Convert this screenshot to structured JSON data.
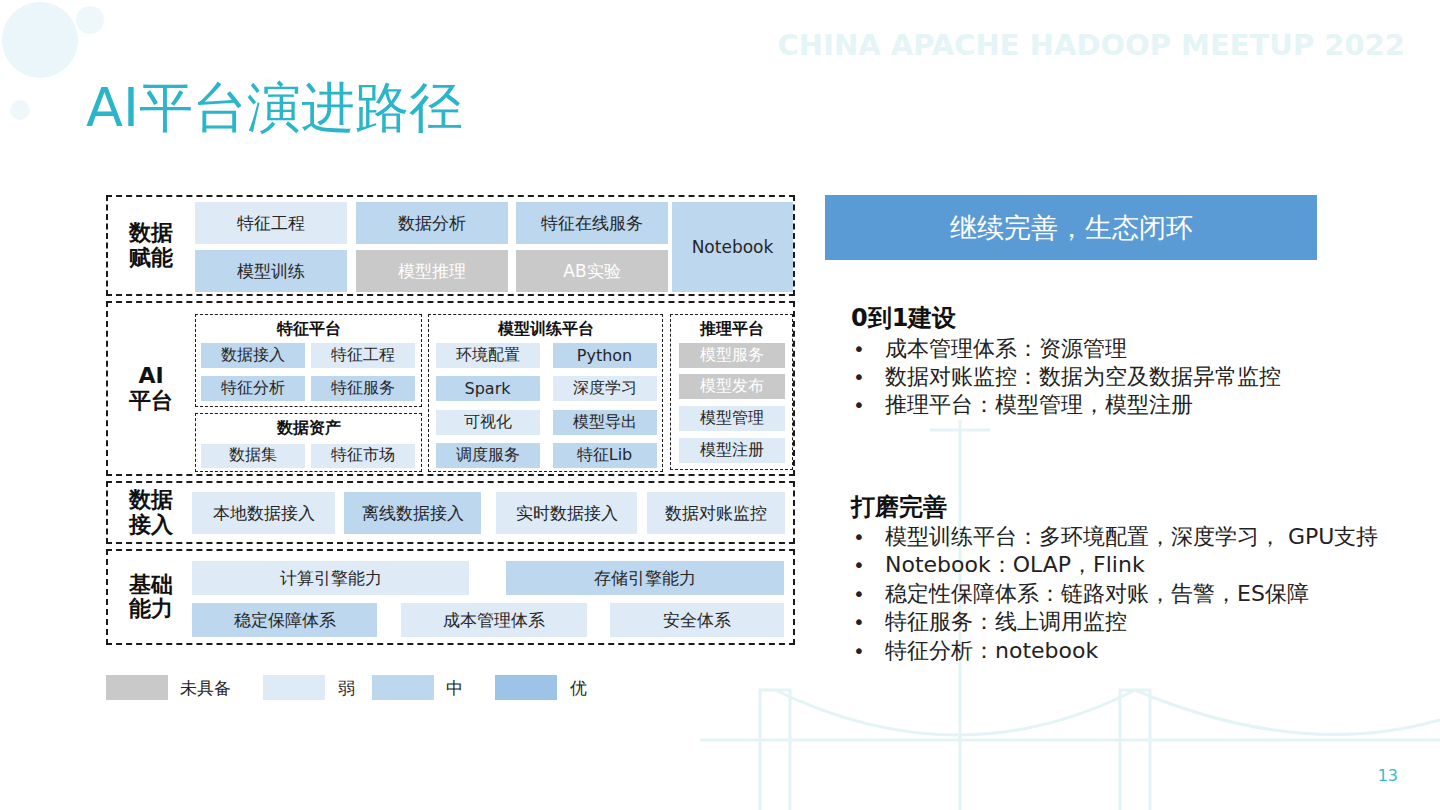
{
  "diagram": {
    "title": "AI平台演进路径",
    "nodes": [
      {
        "text": [
          "数据赋能"
        ]
      },
      {
        "text": [
          "特征工程"
        ],
        "in": 0
      },
      {
        "text": [
          "数据分析"
        ],
        "in": 0
      },
      {
        "text": [
          "特征在线服务"
        ],
        "in": 0
      },
      {
        "text": [
          "Notebook"
        ],
        "in": 0
      },
      {
        "text": [
          "模型训练"
        ],
        "in": 0
      },
      {
        "text": [
          "模型推理"
        ],
        "in": 0
      },
      {
        "text": [
          "AB实验"
        ],
        "in": 0
      },
      {
        "text": [
          "AI平台"
        ]
      },
      {
        "text": [
          "特征平台"
        ],
        "in": 8
      },
      {
        "text": [
          "数据接入"
        ],
        "in": 9
      },
      {
        "text": [
          "特征工程"
        ],
        "in": 9
      },
      {
        "text": [
          "特征分析"
        ],
        "in": 9
      },
      {
        "text": [
          "特征服务"
        ],
        "in": 9
      },
      {
        "text": [
          "数据资产"
        ],
        "in": 8
      },
      {
        "text": [
          "数据集"
        ],
        "in": 14
      },
      {
        "text": [
          "特征市场"
        ],
        "in": 14
      },
      {
        "text": [
          "模型训练平台"
        ],
        "in": 8
      },
      {
        "text": [
          "环境配置"
        ],
        "in": 17
      },
      {
        "text": [
          "Python"
        ],
        "in": 17
      },
      {
        "text": [
          "Spark"
        ],
        "in": 17
      },
      {
        "text": [
          "深度学习"
        ],
        "in": 17
      },
      {
        "text": [
          "可视化"
        ],
        "in": 17
      },
      {
        "text": [
          "模型导出"
        ],
        "in": 17
      },
      {
        "text": [
          "调度服务"
        ],
        "in": 17
      },
      {
        "text": [
          "特征Lib"
        ],
        "in": 17
      },
      {
        "text": [
          "推理平台"
        ],
        "in": 8
      },
      {
        "text": [
          "模型服务"
        ],
        "in": 26
      },
      {
        "text": [
          "模型发布"
        ],
        "in": 26
      },
      {
        "text": [
          "模型管理"
        ],
        "in": 26
      },
      {
        "text": [
          "模型注册"
        ],
        "in": 26
      },
      {
        "text": [
          "数据接入"
        ]
      },
      {
        "text": [
          "本地数据接入"
        ],
        "in": 31
      },
      {
        "text": [
          "离线数据接入"
        ],
        "in": 31
      },
      {
        "text": [
          "实时数据接入"
        ],
        "in": 31
      },
      {
        "text": [
          "数据对账监控"
        ],
        "in": 31
      },
      {
        "text": [
          "基础能力"
        ]
      },
      {
        "text": [
          "计算引擎能力"
        ],
        "in": 36
      },
      {
        "text": [
          "存储引擎能力"
        ],
        "in": 36
      },
      {
        "text": [
          "稳定保障体系"
        ],
        "in": 36
      },
      {
        "text": [
          "成本管理体系"
        ],
        "in": 36
      },
      {
        "text": [
          "安全体系"
        ],
        "in": 36
      },
      {
        "text": [
          "继续完善，生态闭环"
        ]
      }
    ],
    "labels": [
      "CHINA APACHE HADOOP MEETUP 2022",
      "0到1建设",
      "•",
      "成本管理体系：资源管理",
      "•",
      "数据对账监控：数据为空及数据异常监控",
      "•",
      "推理平台：模型管理，模型注册",
      "打磨完善",
      "•",
      "模型训练平台：多环境配置，深度学习， GPU支持",
      "•",
      "Notebook：OLAP，Flink",
      "•",
      "稳定性保障体系：链路对账，告警，ES保障",
      "•",
      "特征服务：线上调用监控",
      "•",
      "特征分析：notebook",
      "13"
    ],
    "legend": [
      {
        "text": "未具备",
        "color": "#c9c9c9"
      },
      {
        "text": "弱",
        "color": "#deebf7"
      },
      {
        "text": "中",
        "color": "#bdd7ee"
      },
      {
        "text": "优",
        "color": "#9dc3e6"
      }
    ]
  }
}
